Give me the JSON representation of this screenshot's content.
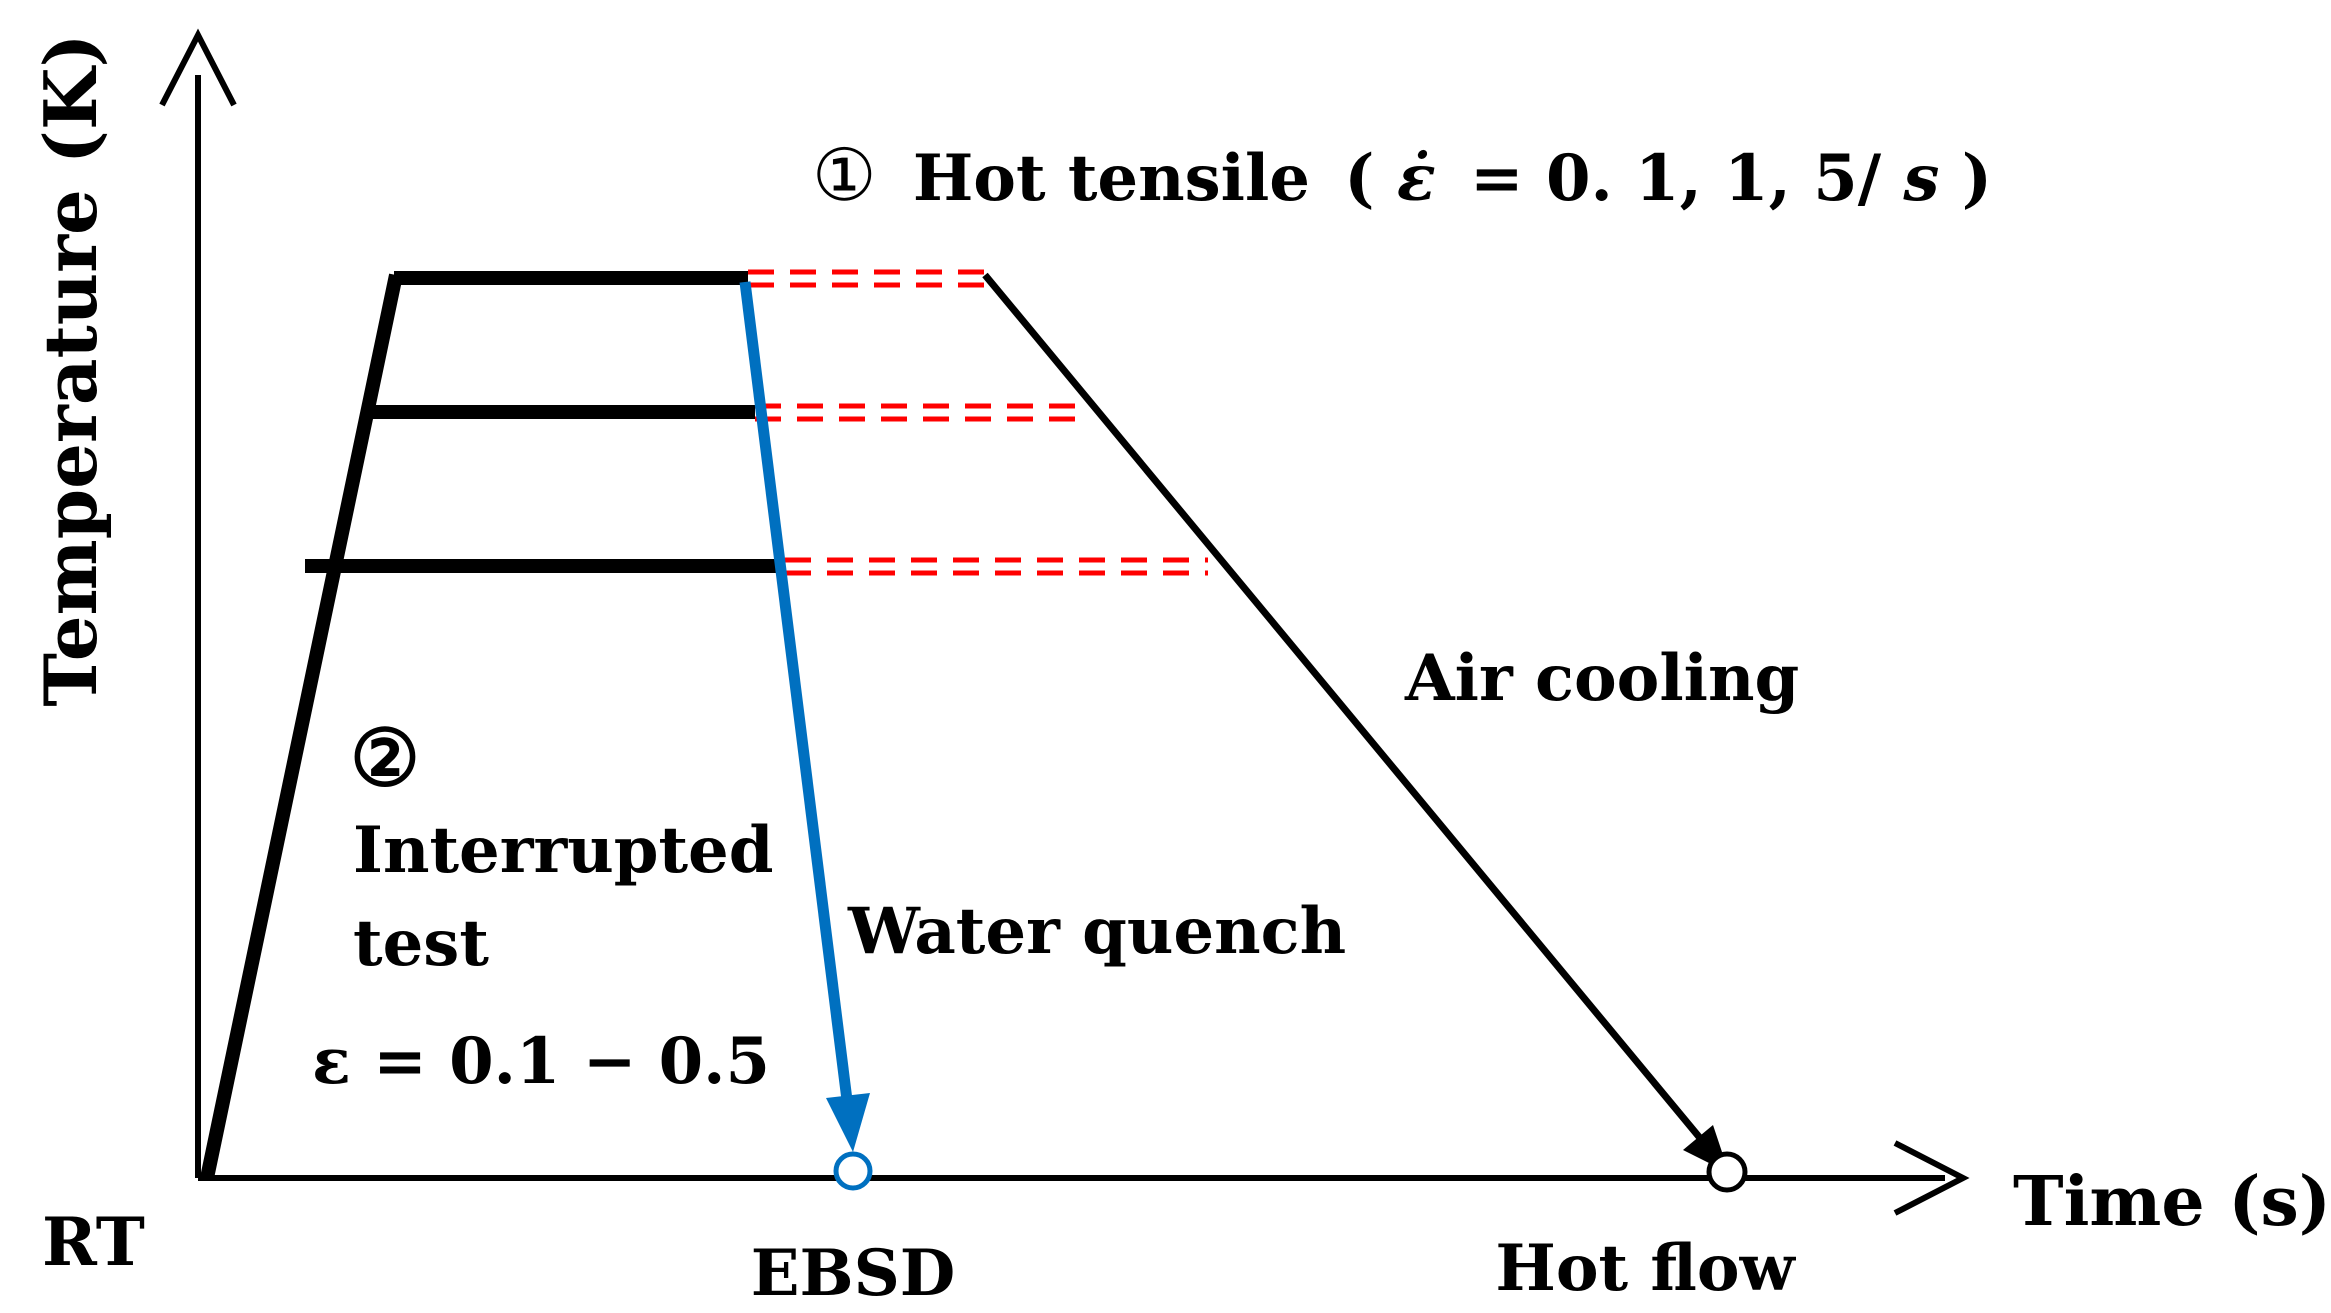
{
  "axes": {
    "y_label": "Temperature (K)",
    "x_label": "Time (s)",
    "origin_label": "RT"
  },
  "annotations": {
    "hot_tensile_marker": "①",
    "hot_tensile_text": "Hot tensile",
    "hot_tensile_rate_symbol": "ε̇",
    "hot_tensile_rate_values": "= 0. 1, 1, 5/",
    "hot_tensile_rate_unit": "s",
    "interrupted_marker": "②",
    "interrupted_line1": "Interrupted",
    "interrupted_line2": "test",
    "strain_range": "ε = 0.1 − 0.5",
    "air_cooling": "Air cooling",
    "water_quench": "Water quench",
    "ebsd": "EBSD",
    "hot_flow": "Hot flow"
  },
  "colors": {
    "line": "#000000",
    "deformation_dash": "#ff0000",
    "water_quench": "#0070c0",
    "background": "#ffffff"
  }
}
